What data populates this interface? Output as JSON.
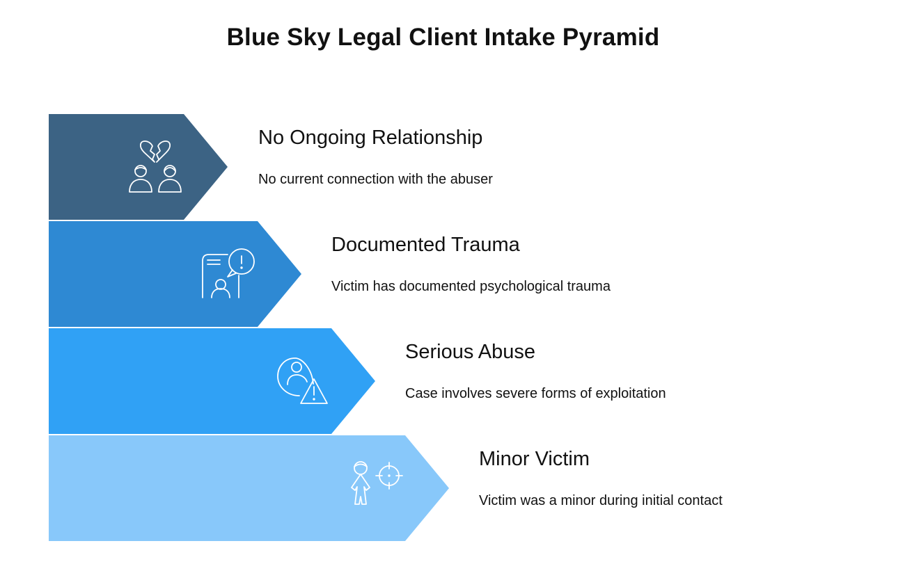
{
  "title": "Blue Sky Legal Client Intake Pyramid",
  "tiers": [
    {
      "heading": "No Ongoing Relationship",
      "description": "No current connection with the abuser",
      "color": "#3c6384",
      "icon": "broken-heart-people-icon"
    },
    {
      "heading": "Documented Trauma",
      "description": "Victim has documented psychological trauma",
      "color": "#2e89d3",
      "icon": "phone-alert-person-icon"
    },
    {
      "heading": "Serious Abuse",
      "description": "Case involves severe forms of exploitation",
      "color": "#30a1f5",
      "icon": "person-warning-icon"
    },
    {
      "heading": "Minor Victim",
      "description": "Victim was a minor during initial contact",
      "color": "#88c8fa",
      "icon": "child-target-icon"
    }
  ]
}
